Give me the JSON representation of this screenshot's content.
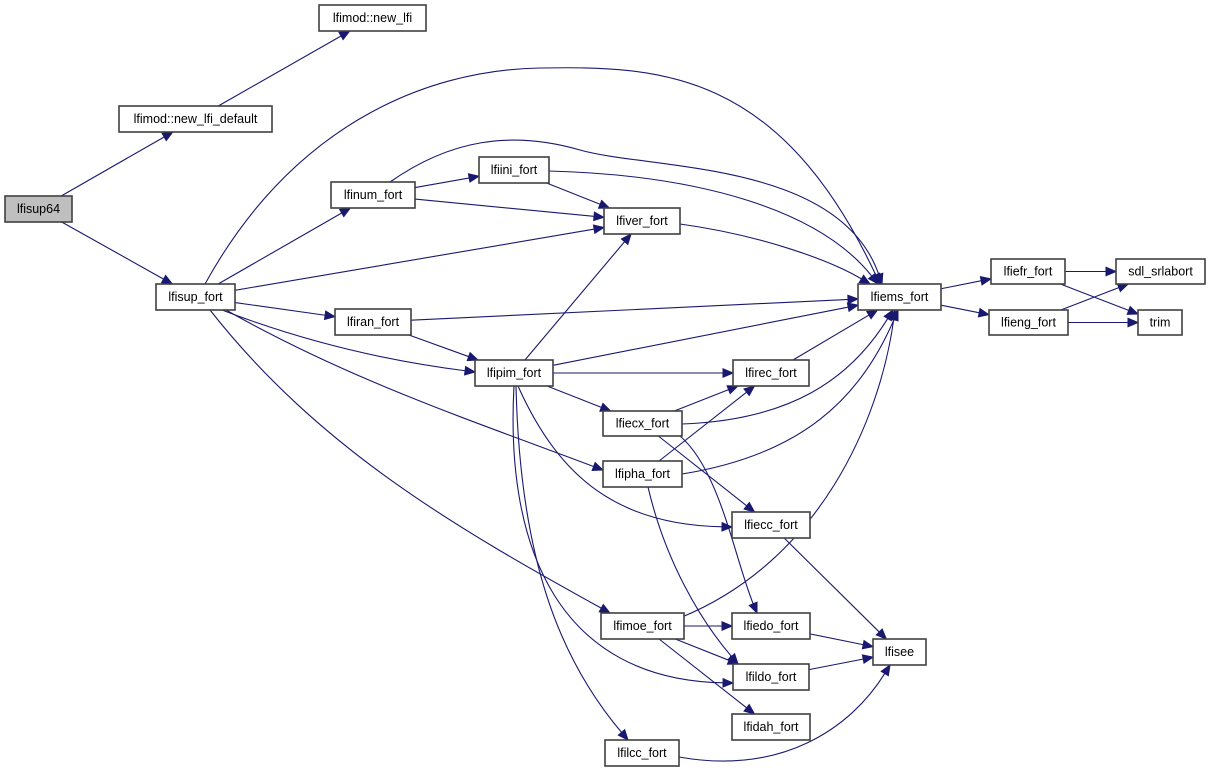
{
  "title": "Call graph of lfisup64",
  "colors": {
    "edge": "#191970",
    "root_fill": "#bfbfbf",
    "node_fill": "#ffffff",
    "node_border": "#404040"
  },
  "nodes": [
    {
      "id": "lfisup64",
      "label": "lfisup64",
      "root": true
    },
    {
      "id": "new_lfi",
      "label": "lfimod::new_lfi"
    },
    {
      "id": "new_lfi_default",
      "label": "lfimod::new_lfi_default"
    },
    {
      "id": "lfisup_fort",
      "label": "lfisup_fort"
    },
    {
      "id": "lfinum_fort",
      "label": "lfinum_fort"
    },
    {
      "id": "lfiini_fort",
      "label": "lfiini_fort"
    },
    {
      "id": "lfiver_fort",
      "label": "lfiver_fort"
    },
    {
      "id": "lfiran_fort",
      "label": "lfiran_fort"
    },
    {
      "id": "lfipim_fort",
      "label": "lfipim_fort"
    },
    {
      "id": "lfiems_fort",
      "label": "lfiems_fort"
    },
    {
      "id": "lfiefr_fort",
      "label": "lfiefr_fort"
    },
    {
      "id": "lfieng_fort",
      "label": "lfieng_fort"
    },
    {
      "id": "sdl_srlabort",
      "label": "sdl_srlabort"
    },
    {
      "id": "trim",
      "label": "trim"
    },
    {
      "id": "lfirec_fort",
      "label": "lfirec_fort"
    },
    {
      "id": "lfiecx_fort",
      "label": "lfiecx_fort"
    },
    {
      "id": "lfipha_fort",
      "label": "lfipha_fort"
    },
    {
      "id": "lfiecc_fort",
      "label": "lfiecc_fort"
    },
    {
      "id": "lfimoe_fort",
      "label": "lfimoe_fort"
    },
    {
      "id": "lfiedo_fort",
      "label": "lfiedo_fort"
    },
    {
      "id": "lfisee",
      "label": "lfisee"
    },
    {
      "id": "lfildo_fort",
      "label": "lfildo_fort"
    },
    {
      "id": "lfidah_fort",
      "label": "lfidah_fort"
    },
    {
      "id": "lfilcc_fort",
      "label": "lfilcc_fort"
    }
  ],
  "edges": [
    [
      "lfisup64",
      "new_lfi_default"
    ],
    [
      "lfisup64",
      "lfisup_fort"
    ],
    [
      "new_lfi_default",
      "new_lfi"
    ],
    [
      "lfisup_fort",
      "lfinum_fort"
    ],
    [
      "lfisup_fort",
      "lfiver_fort"
    ],
    [
      "lfisup_fort",
      "lfiems_fort"
    ],
    [
      "lfisup_fort",
      "lfiran_fort"
    ],
    [
      "lfisup_fort",
      "lfipim_fort"
    ],
    [
      "lfisup_fort",
      "lfipha_fort"
    ],
    [
      "lfisup_fort",
      "lfimoe_fort"
    ],
    [
      "lfinum_fort",
      "lfiini_fort"
    ],
    [
      "lfinum_fort",
      "lfiver_fort"
    ],
    [
      "lfinum_fort",
      "lfiems_fort"
    ],
    [
      "lfiini_fort",
      "lfiver_fort"
    ],
    [
      "lfiini_fort",
      "lfiems_fort"
    ],
    [
      "lfiver_fort",
      "lfiems_fort"
    ],
    [
      "lfiran_fort",
      "lfiems_fort"
    ],
    [
      "lfiran_fort",
      "lfipim_fort"
    ],
    [
      "lfipim_fort",
      "lfiver_fort"
    ],
    [
      "lfipim_fort",
      "lfiems_fort"
    ],
    [
      "lfipim_fort",
      "lfirec_fort"
    ],
    [
      "lfipim_fort",
      "lfiecx_fort"
    ],
    [
      "lfipim_fort",
      "lfiecc_fort"
    ],
    [
      "lfipim_fort",
      "lfildo_fort"
    ],
    [
      "lfipim_fort",
      "lfilcc_fort"
    ],
    [
      "lfiems_fort",
      "lfiefr_fort"
    ],
    [
      "lfiems_fort",
      "lfieng_fort"
    ],
    [
      "lfiefr_fort",
      "sdl_srlabort"
    ],
    [
      "lfiefr_fort",
      "trim"
    ],
    [
      "lfieng_fort",
      "sdl_srlabort"
    ],
    [
      "lfieng_fort",
      "trim"
    ],
    [
      "lfirec_fort",
      "lfiems_fort"
    ],
    [
      "lfiecx_fort",
      "lfirec_fort"
    ],
    [
      "lfiecx_fort",
      "lfiems_fort"
    ],
    [
      "lfiecx_fort",
      "lfiecc_fort"
    ],
    [
      "lfiecx_fort",
      "lfiedo_fort"
    ],
    [
      "lfipha_fort",
      "lfirec_fort"
    ],
    [
      "lfipha_fort",
      "lfiems_fort"
    ],
    [
      "lfipha_fort",
      "lfildo_fort"
    ],
    [
      "lfiecc_fort",
      "lfisee"
    ],
    [
      "lfimoe_fort",
      "lfiems_fort"
    ],
    [
      "lfimoe_fort",
      "lfiedo_fort"
    ],
    [
      "lfimoe_fort",
      "lfildo_fort"
    ],
    [
      "lfimoe_fort",
      "lfidah_fort"
    ],
    [
      "lfiedo_fort",
      "lfisee"
    ],
    [
      "lfildo_fort",
      "lfisee"
    ],
    [
      "lfilcc_fort",
      "lfisee"
    ]
  ]
}
